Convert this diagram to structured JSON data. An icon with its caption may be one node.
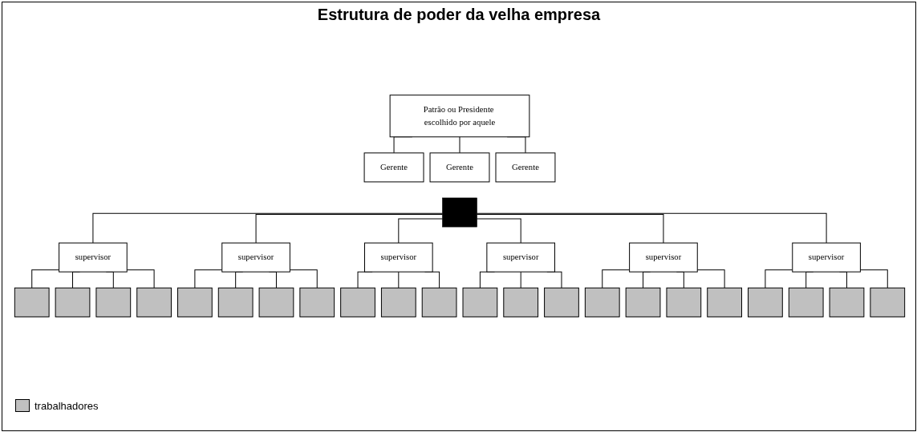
{
  "diagram": {
    "title": "Estrutura de poder da velha empresa",
    "nodes": [
      {
        "text": [
          "Patrão ou Presidente escolhido por aquele"
        ]
      },
      {
        "text": [
          "Gerente"
        ]
      },
      {
        "text": [
          "Gerente"
        ]
      },
      {
        "text": [
          "Gerente"
        ]
      },
      {
        "text": [],
        "shape": "bar"
      },
      {
        "text": [
          "supervisor"
        ]
      },
      {
        "text": [
          "supervisor"
        ]
      },
      {
        "text": [
          "supervisor"
        ]
      },
      {
        "text": [
          "supervisor"
        ]
      },
      {
        "text": [
          "supervisor"
        ]
      },
      {
        "text": [
          "supervisor"
        ]
      },
      {
        "text": [],
        "shape": "box"
      },
      {
        "text": [],
        "shape": "box"
      },
      {
        "text": [],
        "shape": "box"
      },
      {
        "text": [],
        "shape": "box"
      },
      {
        "text": [],
        "shape": "box"
      },
      {
        "text": [],
        "shape": "box"
      },
      {
        "text": [],
        "shape": "box"
      },
      {
        "text": [],
        "shape": "box"
      },
      {
        "text": [],
        "shape": "box"
      },
      {
        "text": [],
        "shape": "box"
      },
      {
        "text": [],
        "shape": "box"
      },
      {
        "text": [],
        "shape": "box"
      },
      {
        "text": [],
        "shape": "box"
      },
      {
        "text": [],
        "shape": "box"
      },
      {
        "text": [],
        "shape": "box"
      },
      {
        "text": [],
        "shape": "box"
      },
      {
        "text": [],
        "shape": "box"
      },
      {
        "text": [],
        "shape": "box"
      },
      {
        "text": [],
        "shape": "box"
      },
      {
        "text": [],
        "shape": "box"
      },
      {
        "text": [],
        "shape": "box"
      },
      {
        "text": [],
        "shape": "box"
      }
    ],
    "edges": [
      {
        "from": 0,
        "to": 1,
        "arrow": "none"
      },
      {
        "from": 0,
        "to": 2,
        "arrow": "none"
      },
      {
        "from": 0,
        "to": 3,
        "arrow": "none"
      },
      {
        "from": 4,
        "to": 5,
        "arrow": "none"
      },
      {
        "from": 4,
        "to": 6,
        "arrow": "none"
      },
      {
        "from": 4,
        "to": 7,
        "arrow": "none"
      },
      {
        "from": 4,
        "to": 8,
        "arrow": "none"
      },
      {
        "from": 4,
        "to": 9,
        "arrow": "none"
      },
      {
        "from": 4,
        "to": 10,
        "arrow": "none"
      },
      {
        "from": 5,
        "to": 11,
        "arrow": "none"
      },
      {
        "from": 5,
        "to": 12,
        "arrow": "none"
      },
      {
        "from": 5,
        "to": 13,
        "arrow": "none"
      },
      {
        "from": 5,
        "to": 14,
        "arrow": "none"
      },
      {
        "from": 6,
        "to": 15,
        "arrow": "none"
      },
      {
        "from": 6,
        "to": 16,
        "arrow": "none"
      },
      {
        "from": 6,
        "to": 17,
        "arrow": "none"
      },
      {
        "from": 6,
        "to": 18,
        "arrow": "none"
      },
      {
        "from": 7,
        "to": 19,
        "arrow": "none"
      },
      {
        "from": 7,
        "to": 20,
        "arrow": "none"
      },
      {
        "from": 7,
        "to": 21,
        "arrow": "none"
      },
      {
        "from": 8,
        "to": 22,
        "arrow": "none"
      },
      {
        "from": 8,
        "to": 23,
        "arrow": "none"
      },
      {
        "from": 8,
        "to": 24,
        "arrow": "none"
      },
      {
        "from": 9,
        "to": 25,
        "arrow": "none"
      },
      {
        "from": 9,
        "to": 26,
        "arrow": "none"
      },
      {
        "from": 9,
        "to": 27,
        "arrow": "none"
      },
      {
        "from": 9,
        "to": 28,
        "arrow": "none"
      },
      {
        "from": 10,
        "to": 29,
        "arrow": "none"
      },
      {
        "from": 10,
        "to": 30,
        "arrow": "none"
      },
      {
        "from": 10,
        "to": 31,
        "arrow": "none"
      },
      {
        "from": 10,
        "to": 32,
        "arrow": "none"
      }
    ],
    "legend": [
      {
        "text": "trabalhadores",
        "color": "#c0c0c0"
      }
    ]
  }
}
